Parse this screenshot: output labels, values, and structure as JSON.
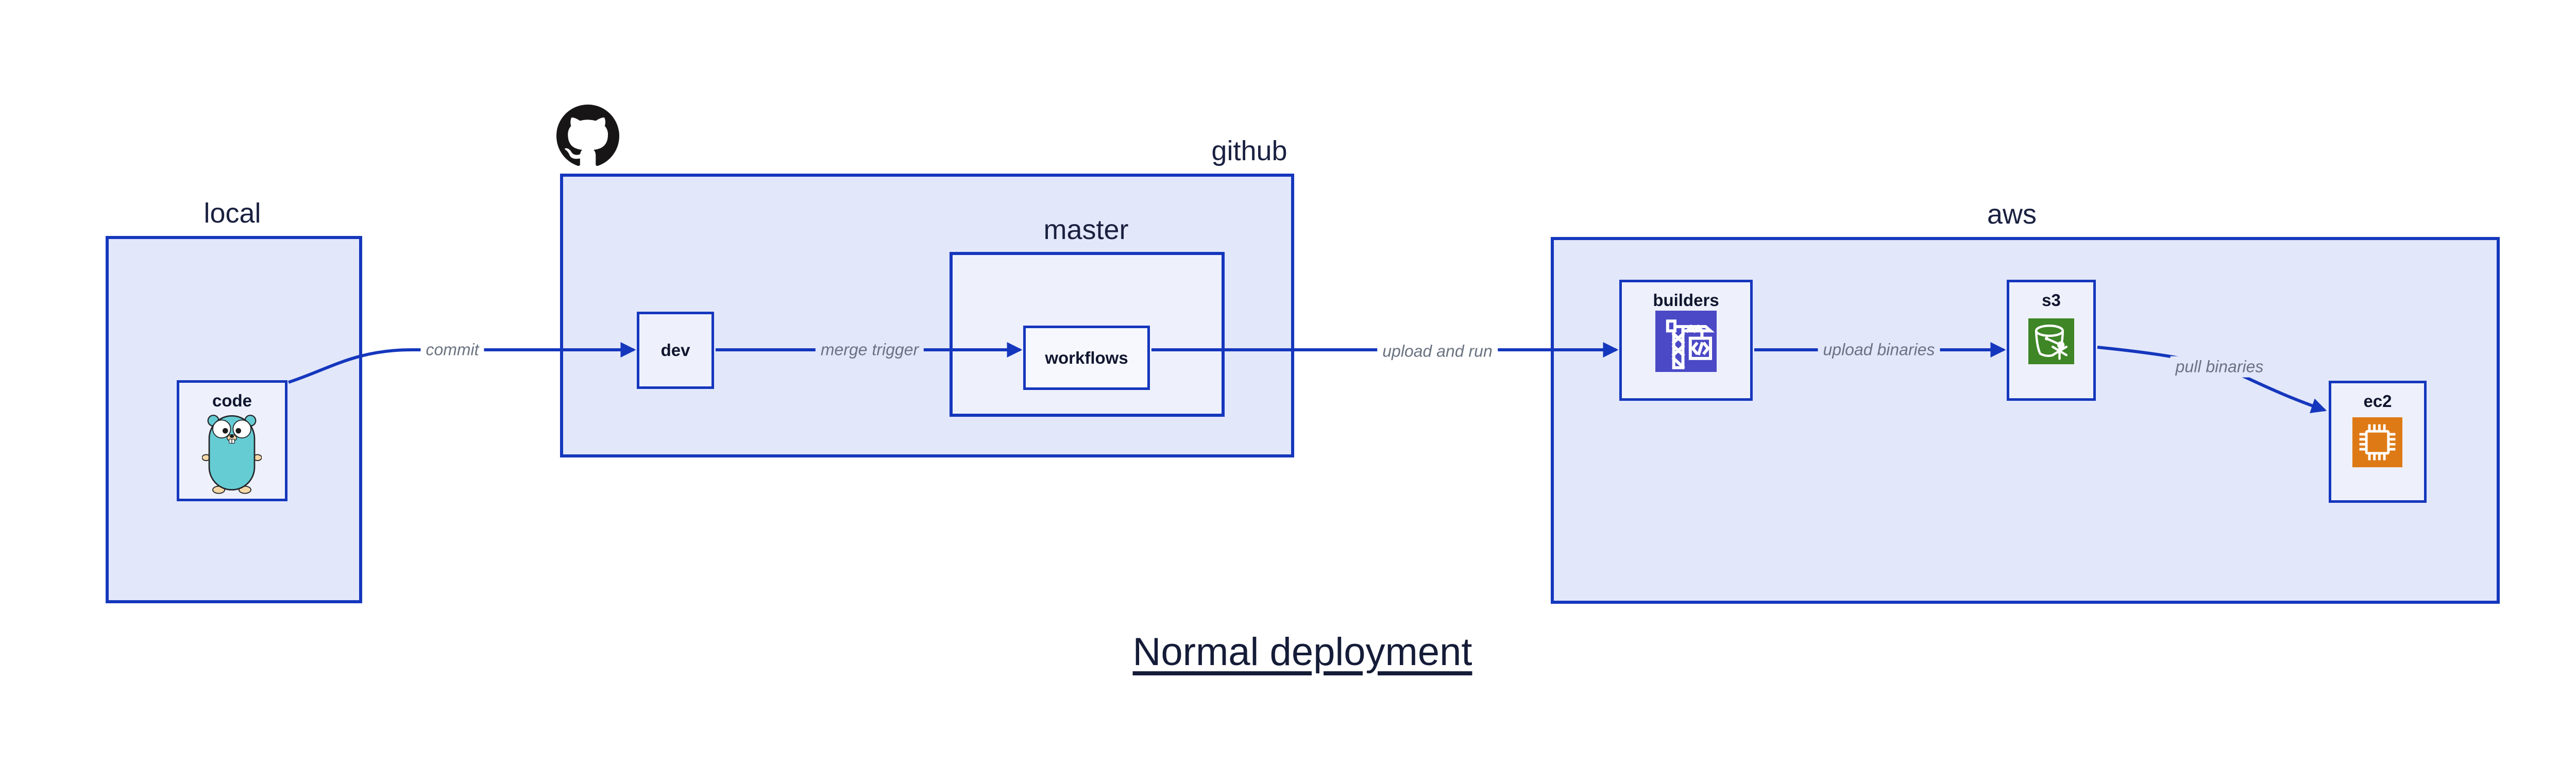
{
  "diagram": {
    "title": "Normal deployment",
    "sections": {
      "local": {
        "label": "local"
      },
      "github": {
        "label": "github"
      },
      "master": {
        "label": "master"
      },
      "aws": {
        "label": "aws"
      }
    },
    "nodes": {
      "code": {
        "label": "code",
        "icon": "go-gopher-icon"
      },
      "dev": {
        "label": "dev"
      },
      "workflows": {
        "label": "workflows"
      },
      "builders": {
        "label": "builders",
        "icon": "codebuild-crane-icon"
      },
      "s3": {
        "label": "s3",
        "icon": "s3-glacier-bucket-icon"
      },
      "ec2": {
        "label": "ec2",
        "icon": "ec2-chip-icon"
      }
    },
    "edges": {
      "commit": {
        "label": "commit",
        "from": "code",
        "to": "dev"
      },
      "merge": {
        "label": "merge trigger",
        "from": "dev",
        "to": "workflows"
      },
      "upload_run": {
        "label": "upload and run",
        "from": "workflows",
        "to": "builders"
      },
      "upload_binaries": {
        "label": "upload binaries",
        "from": "builders",
        "to": "s3"
      },
      "pull_binaries": {
        "label": "pull binaries",
        "from": "s3",
        "to": "ec2"
      }
    },
    "icons": {
      "github_logo": "github-octocat-icon"
    },
    "colors": {
      "line_blue": "#1537bd",
      "section_fill": "#e2e7fa",
      "node_fill": "#eef1fc",
      "workflows_fill": "#f6f8fe",
      "label_text": "#161d38",
      "edge_label_text": "#6a7380",
      "codebuild_indigo": "#4b49c6",
      "s3_green": "#3e8626",
      "ec2_orange": "#de7a16",
      "gopher_teal": "#66ccd4",
      "github_black": "#171515"
    }
  }
}
